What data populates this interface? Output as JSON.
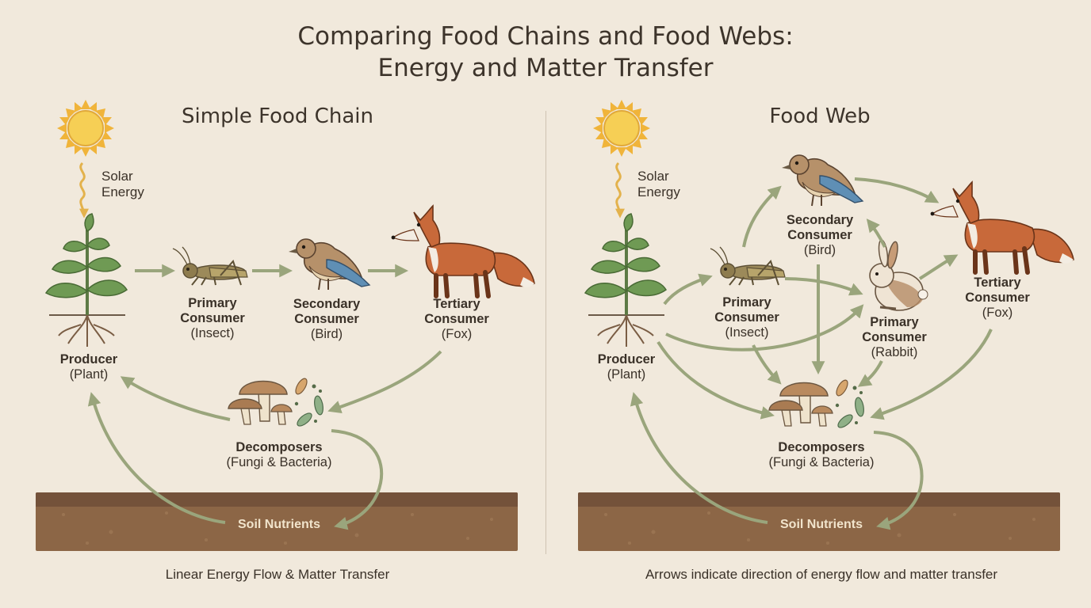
{
  "title": {
    "line1": "Comparing Food Chains and Food Webs:",
    "line2": "Energy and Matter Transfer"
  },
  "chain": {
    "title": "Simple Food Chain",
    "solar": {
      "line1": "Solar",
      "line2": "Energy"
    },
    "producer": {
      "head": "Producer",
      "sub": "(Plant)"
    },
    "primary": {
      "line1": "Primary",
      "line2": "Consumer",
      "sub": "(Insect)"
    },
    "secondary": {
      "line1": "Secondary",
      "line2": "Consumer",
      "sub": "(Bird)"
    },
    "tertiary": {
      "line1": "Tertiary",
      "line2": "Consumer",
      "sub": "(Fox)"
    },
    "decomposers": {
      "head": "Decomposers",
      "sub": "(Fungi & Bacteria)"
    },
    "soil": "Soil Nutrients",
    "caption": "Linear Energy Flow & Matter Transfer"
  },
  "web": {
    "title": "Food Web",
    "solar": {
      "line1": "Solar",
      "line2": "Energy"
    },
    "producer": {
      "head": "Producer",
      "sub": "(Plant)"
    },
    "insect": {
      "line1": "Primary",
      "line2": "Consumer",
      "sub": "(Insect)"
    },
    "bird": {
      "line1": "Secondary",
      "line2": "Consumer",
      "sub": "(Bird)"
    },
    "rabbit": {
      "line1": "Primary",
      "line2": "Consumer",
      "sub": "(Rabbit)"
    },
    "fox": {
      "line1": "Tertiary",
      "line2": "Consumer",
      "sub": "(Fox)"
    },
    "decomposers": {
      "head": "Decomposers",
      "sub": "(Fungi & Bacteria)"
    },
    "soil": "Soil Nutrients",
    "caption": "Arrows indicate direction of energy flow and matter transfer"
  },
  "colors": {
    "background": "#f1e9dc",
    "arrow": "#9aa57c",
    "soil": "#8c6646",
    "sun": "#f3c64a",
    "solar_arrow": "#e3b24c",
    "text": "#3a3128"
  },
  "icons": [
    "sun-icon",
    "plant-icon",
    "grasshopper-icon",
    "bird-icon",
    "fox-icon",
    "rabbit-icon",
    "mushroom-icon",
    "bacteria-icon"
  ]
}
